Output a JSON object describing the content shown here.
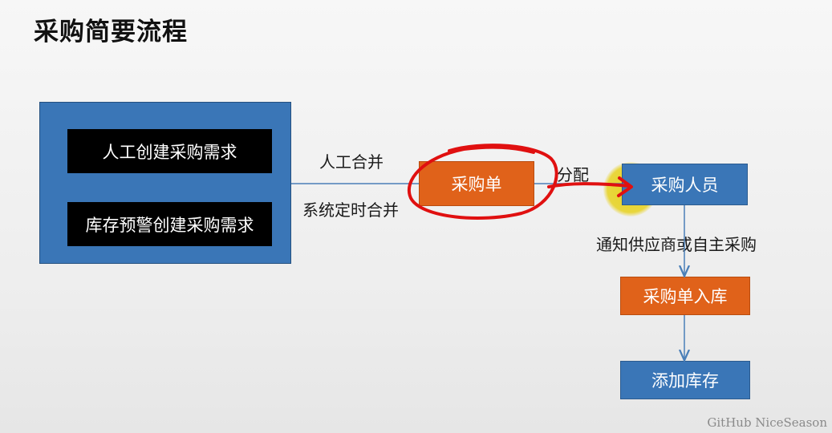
{
  "title": "采购简要流程",
  "source_group": {
    "items": [
      "人工创建采购需求",
      "库存预警创建采购需求"
    ]
  },
  "edge_labels": {
    "manual_merge": "人工合并",
    "system_merge": "系统定时合并",
    "assign": "分配",
    "notify": "通知供应商或自主采购"
  },
  "nodes": {
    "purchase_order": "采购单",
    "purchaser": "采购人员",
    "warehousing": "采购单入库",
    "add_stock": "添加库存"
  },
  "watermark": "GitHub NiceSeason",
  "colors": {
    "blue": "#3a76b7",
    "orange": "#e0621a",
    "annotation_red": "#e01010",
    "highlight_yellow": "#e6cd00"
  }
}
